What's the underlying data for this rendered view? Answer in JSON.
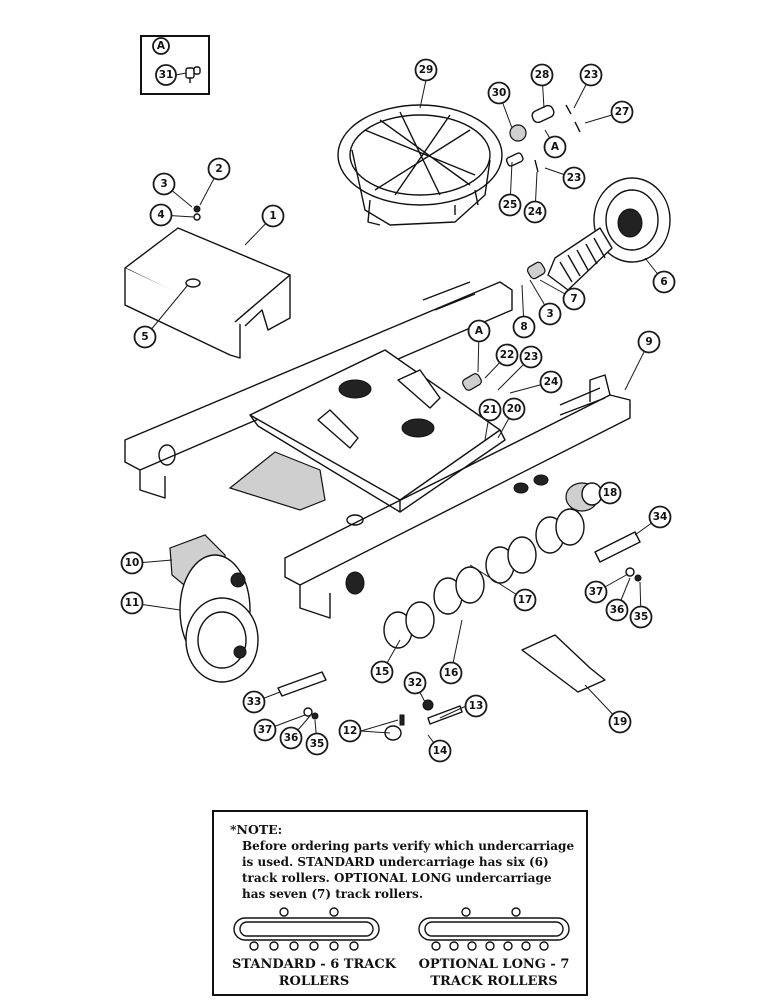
{
  "inset": {
    "letter": "A",
    "part": "31"
  },
  "callouts": {
    "c1": "1",
    "c2": "2",
    "c3a": "3",
    "c3b": "3",
    "c4": "4",
    "c5": "5",
    "c6": "6",
    "c7": "7",
    "c8": "8",
    "c9": "9",
    "c10": "10",
    "c11": "11",
    "c12": "12",
    "c13": "13",
    "c14": "14",
    "c15": "15",
    "c16": "16",
    "c17": "17",
    "c18": "18",
    "c19": "19",
    "c20": "20",
    "c21": "21",
    "c22": "22",
    "c23a": "23",
    "c23b": "23",
    "c23c": "23",
    "c24a": "24",
    "c24b": "24",
    "c25": "25",
    "c27": "27",
    "c28": "28",
    "c29": "29",
    "c30": "30",
    "c32": "32",
    "c33": "33",
    "c34": "34",
    "c35a": "35",
    "c35b": "35",
    "c36a": "36",
    "c36b": "36",
    "c37a": "37",
    "c37b": "37",
    "cA1": "A",
    "cA2": "A"
  },
  "note": {
    "title": "*NOTE:",
    "lines": [
      "Before ordering parts verify which undercarriage",
      "is used. STANDARD undercarriage has six (6)",
      "track rollers. OPTIONAL LONG undercarriage",
      "has seven (7) track rollers."
    ],
    "standard_caption": [
      "STANDARD - 6 TRACK",
      "ROLLERS"
    ],
    "optional_caption": [
      "OPTIONAL LONG - 7",
      "TRACK ROLLERS"
    ]
  }
}
